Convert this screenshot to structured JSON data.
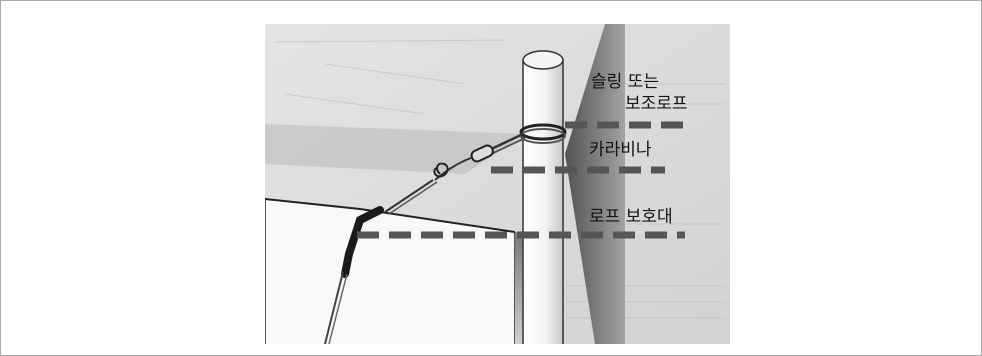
{
  "figure": {
    "labels": {
      "sling_line1": "슬링 또는",
      "sling_line2": "보조로프",
      "carabiner": "카라비나",
      "rope_protector": "로프 보호대"
    }
  }
}
